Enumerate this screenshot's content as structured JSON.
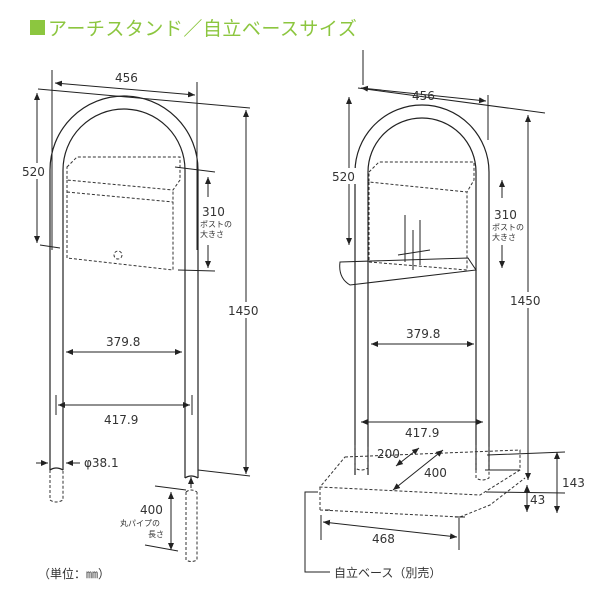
{
  "title": "アーチスタンド／自立ベースサイズ",
  "colors": {
    "accent": "#8cc63f"
  },
  "left_figure": {
    "width": "456",
    "arch_height": "520",
    "post_size": "310",
    "post_size_label_1": "ポストの",
    "post_size_label_2": "大きさ",
    "total_height": "1450",
    "inner_width": "379.8",
    "outer_width": "417.9",
    "pipe_diameter": "φ38.1",
    "pipe_length": "400",
    "pipe_length_label_1": "丸パイプの",
    "pipe_length_label_2": "長さ",
    "unit": "（単位：㎜）"
  },
  "right_figure": {
    "width": "456",
    "arch_height": "520",
    "post_size": "310",
    "post_size_label_1": "ポストの",
    "post_size_label_2": "大きさ",
    "total_height": "1450",
    "inner_width": "379.8",
    "outer_width": "417.9",
    "base_depth_inner": "200",
    "base_depth": "400",
    "base_total_height": "143",
    "base_height": "43",
    "base_width": "468",
    "base_label": "自立ベース（別売）"
  }
}
